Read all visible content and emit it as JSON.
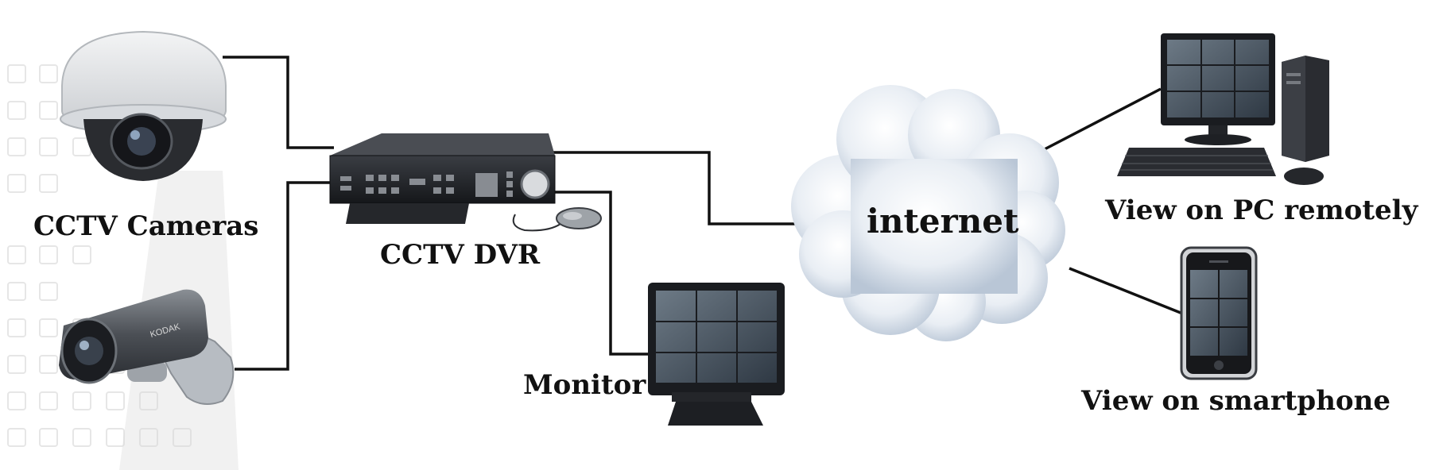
{
  "labels": {
    "cameras": "CCTV Cameras",
    "dvr": "CCTV DVR",
    "monitor": "Monitor",
    "internet": "internet",
    "pc": "View on PC remotely",
    "smartphone": "View on smartphone"
  },
  "camera_brand": "KODAK",
  "colors": {
    "line": "#111111",
    "cloud_light": "#f4f7fb",
    "cloud_shade": "#b9c6d6",
    "device_dark": "#222428",
    "camera_white": "#e4e6e8"
  },
  "icons": [
    "dome-camera-icon",
    "bullet-camera-icon",
    "dvr-icon",
    "mouse-icon",
    "monitor-icon",
    "cloud-icon",
    "desktop-pc-icon",
    "smartphone-icon"
  ]
}
